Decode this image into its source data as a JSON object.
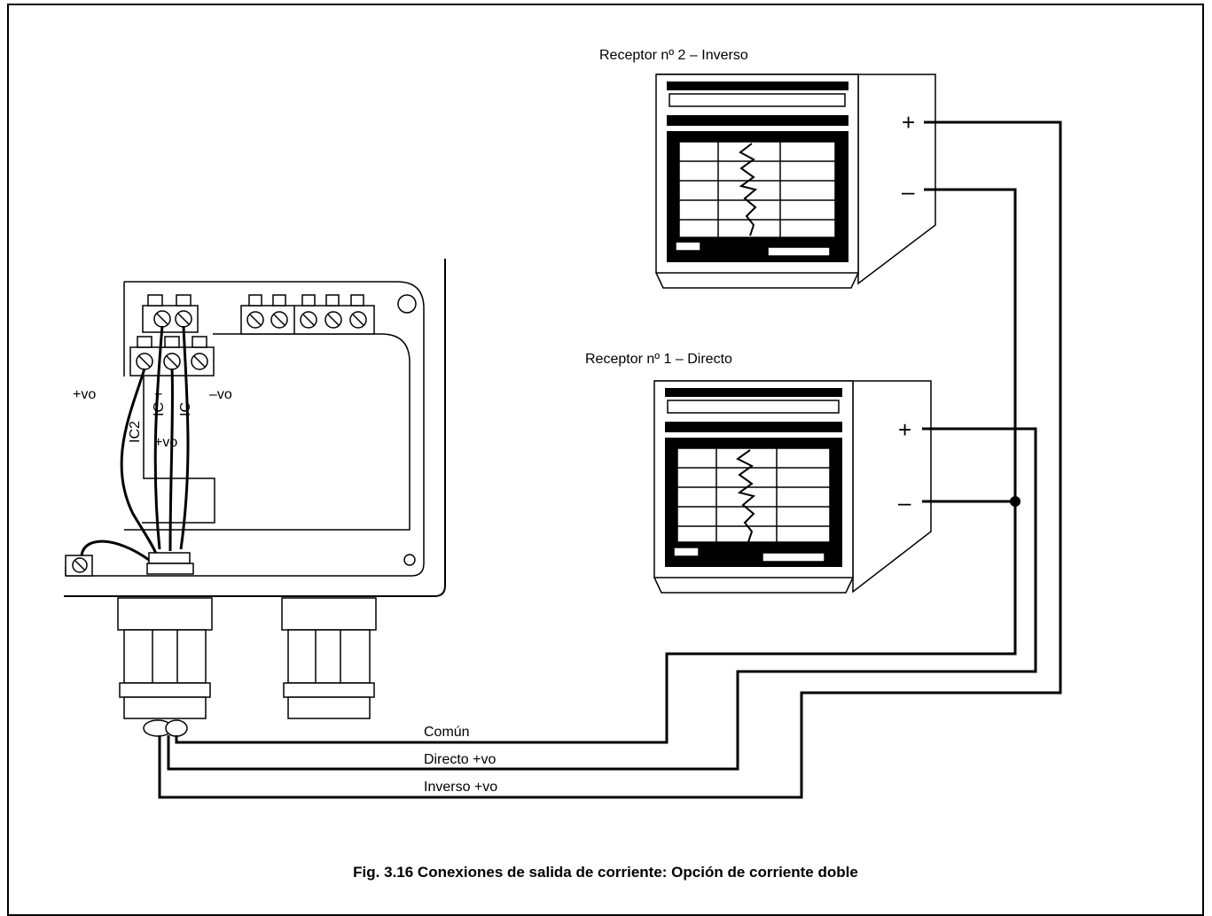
{
  "figure": {
    "caption": "Fig. 3.16 Conexiones de salida de corriente: Opción de corriente doble"
  },
  "receivers": {
    "receiver2_label": "Receptor nº 2 – Inverso",
    "receiver1_label": "Receptor nº 1 – Directo",
    "plus_sign": "+",
    "minus_sign": "–"
  },
  "terminals": {
    "vo_plus_left": "+vo",
    "vo_minus_right": "–vo",
    "vo_plus_center": "+vo",
    "ic_plus": "IC +",
    "ic_minus": "IC –",
    "ic2": "IC2"
  },
  "wires": {
    "common": "Común",
    "direct": "Directo +vo",
    "inverse": "Inverso +vo"
  }
}
